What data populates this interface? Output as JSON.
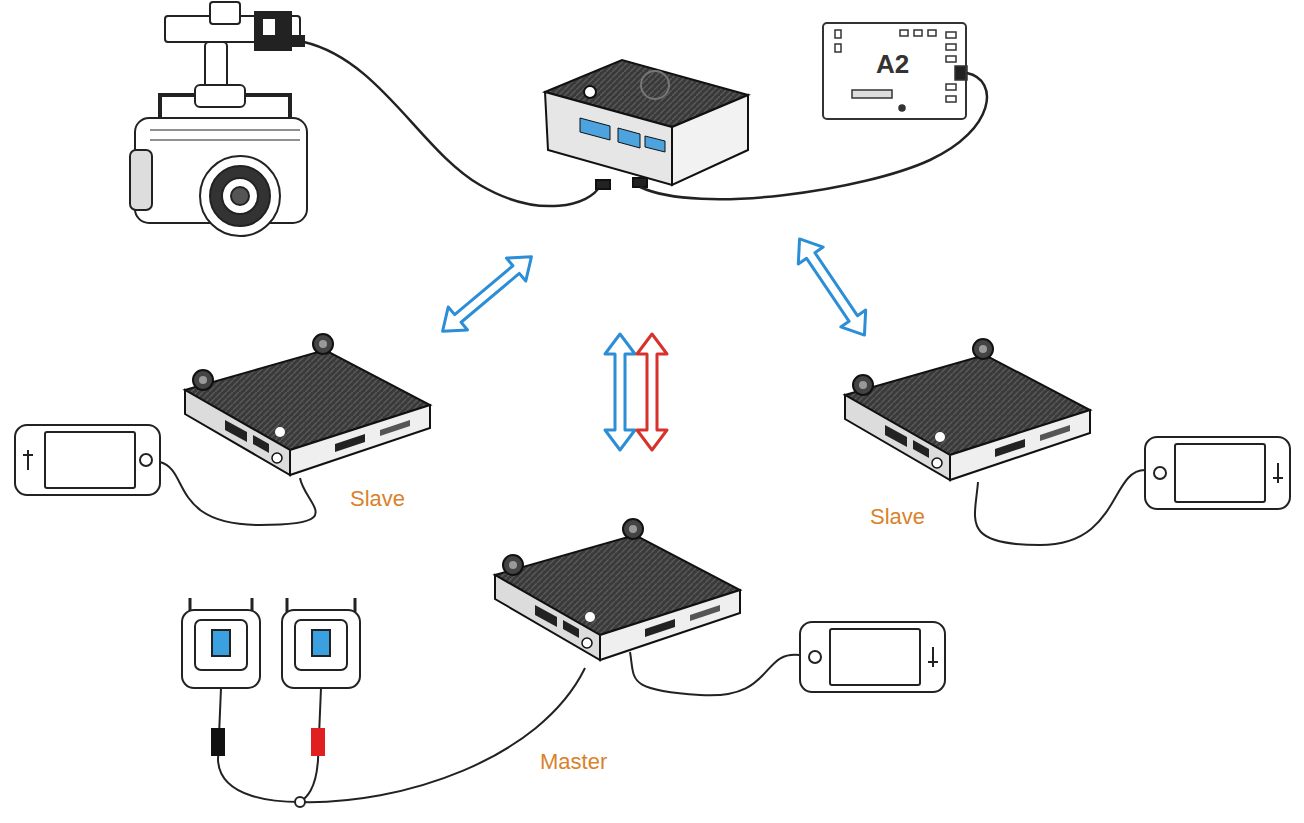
{
  "diagram": {
    "nodes": [
      {
        "text": [
          "A2"
        ]
      },
      {
        "text": [
          "Slave"
        ]
      },
      {
        "text": [
          "Slave"
        ]
      },
      {
        "text": [
          "Master"
        ]
      }
    ]
  }
}
